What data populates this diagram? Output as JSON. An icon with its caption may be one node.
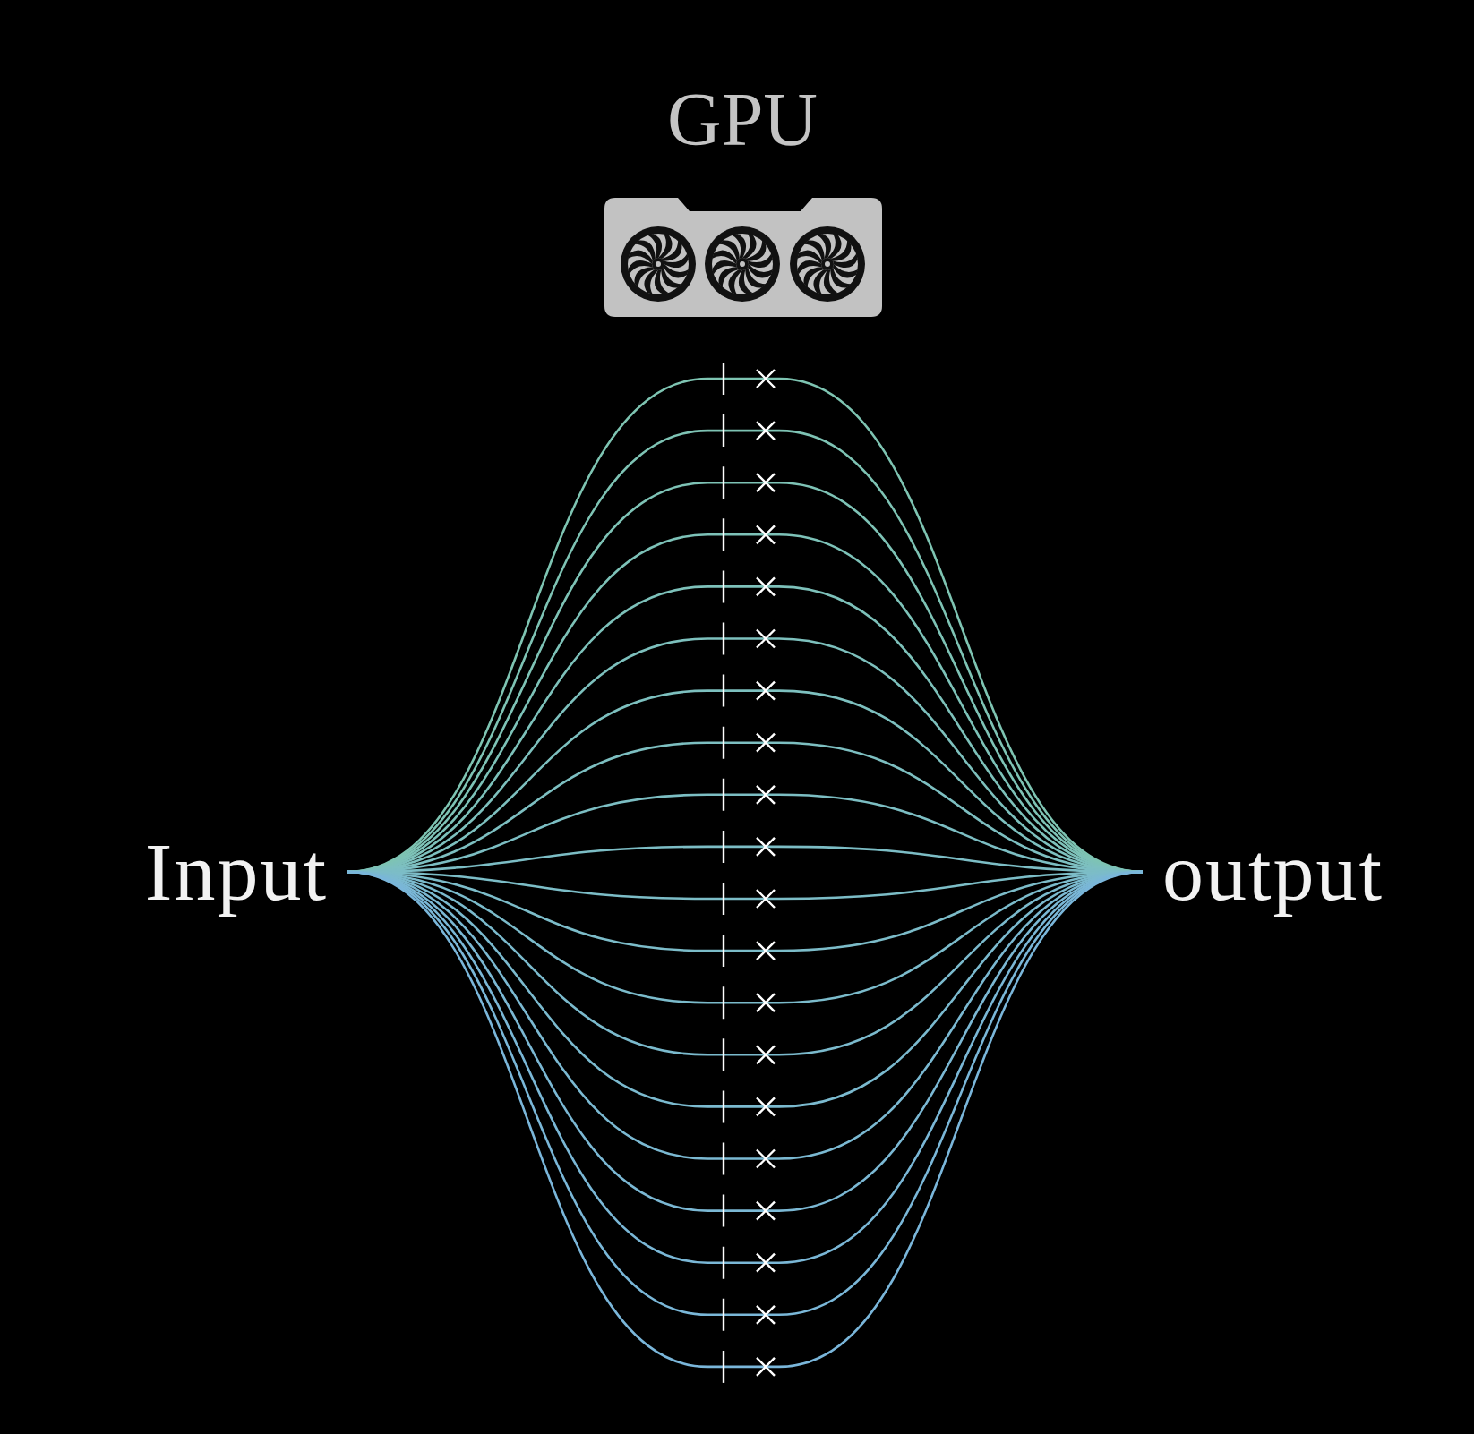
{
  "diagram": {
    "nodes": [
      {
        "text": [
          "Input"
        ]
      },
      {
        "text": [
          "output"
        ]
      }
    ],
    "edges": [
      {
        "from": 0,
        "to": 1,
        "arrow": "none"
      },
      {
        "from": 0,
        "to": 1,
        "arrow": "none"
      },
      {
        "from": 0,
        "to": 1,
        "arrow": "none"
      },
      {
        "from": 0,
        "to": 1,
        "arrow": "none"
      },
      {
        "from": 0,
        "to": 1,
        "arrow": "none"
      },
      {
        "from": 0,
        "to": 1,
        "arrow": "none"
      },
      {
        "from": 0,
        "to": 1,
        "arrow": "none"
      },
      {
        "from": 0,
        "to": 1,
        "arrow": "none"
      },
      {
        "from": 0,
        "to": 1,
        "arrow": "none"
      },
      {
        "from": 0,
        "to": 1,
        "arrow": "none"
      },
      {
        "from": 0,
        "to": 1,
        "arrow": "none"
      },
      {
        "from": 0,
        "to": 1,
        "arrow": "none"
      },
      {
        "from": 0,
        "to": 1,
        "arrow": "none"
      },
      {
        "from": 0,
        "to": 1,
        "arrow": "none"
      },
      {
        "from": 0,
        "to": 1,
        "arrow": "none"
      },
      {
        "from": 0,
        "to": 1,
        "arrow": "none"
      },
      {
        "from": 0,
        "to": 1,
        "arrow": "none"
      },
      {
        "from": 0,
        "to": 1,
        "arrow": "none"
      },
      {
        "from": 0,
        "to": 1,
        "arrow": "none"
      },
      {
        "from": 0,
        "to": 1,
        "arrow": "none"
      }
    ],
    "labels": [
      "GPU"
    ]
  }
}
